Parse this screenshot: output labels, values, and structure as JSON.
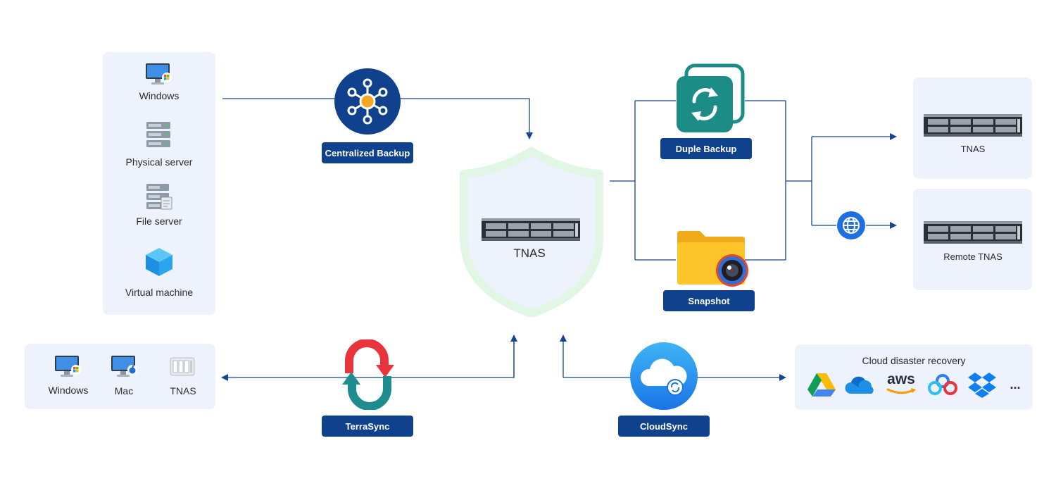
{
  "sources": {
    "items": [
      {
        "label": "Windows",
        "icon": "windows-monitor-icon"
      },
      {
        "label": "Physical server",
        "icon": "server-icon"
      },
      {
        "label": "File server",
        "icon": "file-server-icon"
      },
      {
        "label": "Virtual machine",
        "icon": "cube-icon"
      }
    ]
  },
  "sync_targets": {
    "items": [
      {
        "label": "Windows",
        "icon": "windows-monitor-icon"
      },
      {
        "label": "Mac",
        "icon": "mac-monitor-icon"
      },
      {
        "label": "TNAS",
        "icon": "tnas-desktop-icon"
      }
    ]
  },
  "center": {
    "label": "TNAS",
    "icon": "shield-icon"
  },
  "features": {
    "centralized_backup": "Centralized Backup",
    "duple_backup": "Duple Backup",
    "snapshot": "Snapshot",
    "terrasync": "TerraSync",
    "cloudsync": "CloudSync"
  },
  "destinations": {
    "local": "TNAS",
    "remote": "Remote TNAS",
    "network_icon": "globe-icon"
  },
  "cloud": {
    "title": "Cloud disaster recovery",
    "providers": [
      {
        "icon": "google-drive-icon"
      },
      {
        "icon": "onedrive-icon"
      },
      {
        "icon": "aws-icon",
        "label": "aws"
      },
      {
        "icon": "baidu-cloud-icon"
      },
      {
        "icon": "dropbox-icon"
      }
    ],
    "more": "..."
  },
  "colors": {
    "line": "#16448f",
    "panel": "#eef2fd",
    "tag": "#10418c",
    "shield": "#e4f7e8"
  }
}
